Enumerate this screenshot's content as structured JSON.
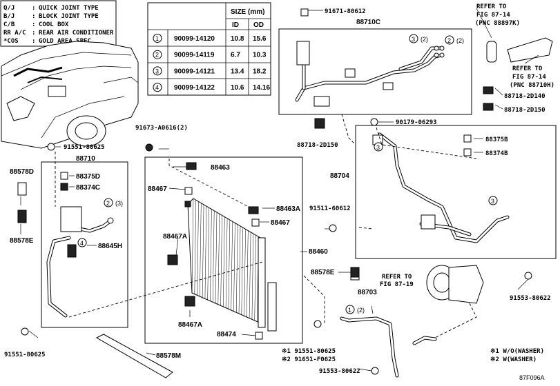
{
  "legend": [
    {
      "abbr": "Q/J",
      "text": "QUICK JOINT TYPE"
    },
    {
      "abbr": "B/J",
      "text": "BLOCK JOINT TYPE"
    },
    {
      "abbr": "C/B",
      "text": "COOL BOX"
    },
    {
      "abbr": "RR A/C",
      "text": "REAR AIR CONDITIONER"
    },
    {
      "abbr": "*COS",
      "text": "GOLD AREA SPEC"
    }
  ],
  "size_table": {
    "title": "SIZE (mm)",
    "headers": [
      "ID",
      "OD"
    ],
    "rows": [
      {
        "no": "1",
        "part": "90099-14120",
        "id": "10.8",
        "od": "15.6"
      },
      {
        "no": "2",
        "part": "90099-14119",
        "id": "6.7",
        "od": "10.3"
      },
      {
        "no": "3",
        "part": "90099-14121",
        "id": "13.4",
        "od": "18.2"
      },
      {
        "no": "4",
        "part": "90099-14122",
        "id": "10.6",
        "od": "14.16"
      }
    ]
  },
  "labels": {
    "p91671": "91671-80612",
    "p88710c": "88710C",
    "refer1": "REFER TO",
    "fig1": "FIG 87-14",
    "pnc1": "(PNC 88897K)",
    "refer2": "REFER TO",
    "fig2": "FIG 87-14",
    "pnc2": "(PNC 88710H)",
    "p88718a": "88718-2D140",
    "p88718b": "88718-2D150",
    "p88718c": "88718-2D150",
    "p90179": "90179-06293",
    "p88375b": "88375B",
    "p88374b": "88374B",
    "p88704": "88704",
    "p91511": "91511-60612",
    "p91673": "91673-A0616(2)",
    "p91551a": "91551-80625",
    "p88710": "88710",
    "p88578d": "88578D",
    "p88375d": "88375D",
    "p88374c": "88374C",
    "p88578e": "88578E",
    "p88645h": "88645H",
    "p91551b": "91551-80625",
    "p88463": "88463",
    "p88467a": "88467",
    "p88463a": "88463A",
    "p88467b": "88467",
    "p88467aa": "88467A",
    "p88460": "88460",
    "p88467ab": "88467A",
    "p88474": "88474",
    "p88578m": "88578M",
    "note1": "※1 91551-80625",
    "note2": "※2 91651-F0625",
    "p88578e2": "88578E",
    "refer3": "REFER TO",
    "fig3": "FIG 87-19",
    "p88703": "88703",
    "p91553a": "91553-80622",
    "p91553b": "91553-80622",
    "wash1": "※1 W/O(WASHER)",
    "wash2": "※2 W(WASHER)",
    "figcode": "87F096A",
    "c3a": "3",
    "c2a": "2",
    "c2aq": "(2)",
    "c2b": "2",
    "c2bq": "(2)",
    "c3b": "3",
    "c3c": "3",
    "c2c": "2",
    "c3cq": "(3)",
    "c4": "4",
    "c1": "1",
    "c1q": "(2)"
  }
}
